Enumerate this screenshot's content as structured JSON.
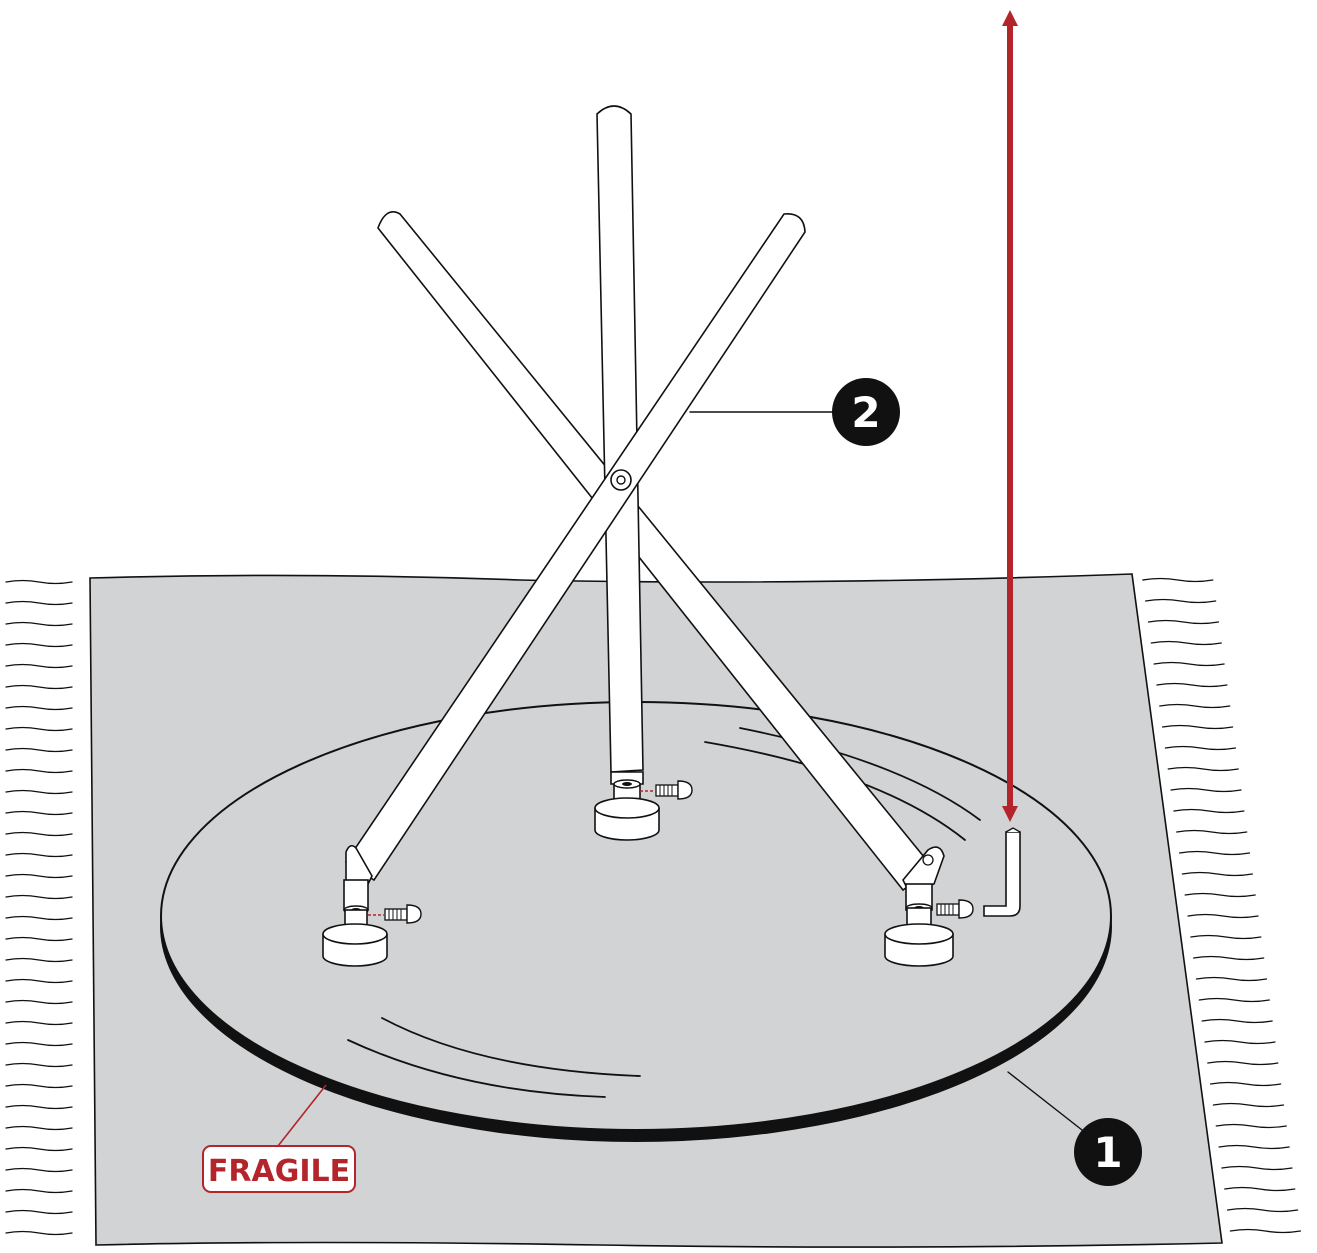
{
  "diagram": {
    "callouts": [
      {
        "id": "callout-1",
        "label": "1"
      },
      {
        "id": "callout-2",
        "label": "2"
      }
    ],
    "warning_label": "FRAGILE",
    "colors": {
      "accent": "#b3242b",
      "ink": "#111111",
      "blanket": "#d2d3d5",
      "part_fill": "#ffffff",
      "background": "#ffffff"
    },
    "icons": [
      "lift-arrow-icon",
      "allen-key-icon",
      "screw-icon"
    ]
  }
}
